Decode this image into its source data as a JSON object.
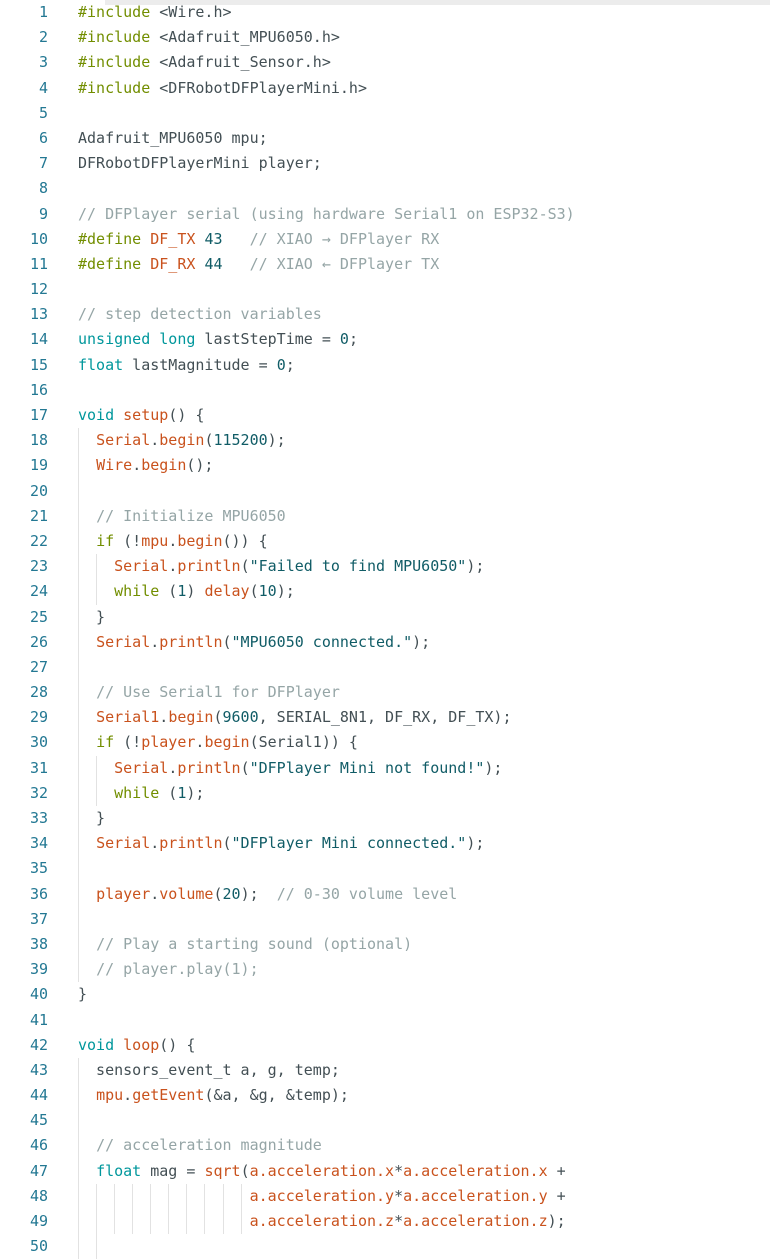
{
  "editor": {
    "language": "arduino-cpp",
    "colors": {
      "background": "#FFFFFF",
      "top_strip": "#ECECEC",
      "line_number": "#237893",
      "plain": "#434F54",
      "keyword": "#728E00",
      "type": "#00979C",
      "function": "#C9521D",
      "literal": "#105C66",
      "comment": "#95A5A6",
      "indent_guide": "#E2E2E2"
    },
    "lines": [
      {
        "n": 1,
        "g": [],
        "s": [
          [
            "keyword",
            "#include"
          ],
          [
            "plain",
            " <Wire.h>"
          ]
        ]
      },
      {
        "n": 2,
        "g": [],
        "s": [
          [
            "keyword",
            "#include"
          ],
          [
            "plain",
            " <Adafruit_MPU6050.h>"
          ]
        ]
      },
      {
        "n": 3,
        "g": [],
        "s": [
          [
            "keyword",
            "#include"
          ],
          [
            "plain",
            " <Adafruit_Sensor.h>"
          ]
        ]
      },
      {
        "n": 4,
        "g": [],
        "s": [
          [
            "keyword",
            "#include"
          ],
          [
            "plain",
            " <DFRobotDFPlayerMini.h>"
          ]
        ]
      },
      {
        "n": 5,
        "g": [],
        "s": []
      },
      {
        "n": 6,
        "g": [],
        "s": [
          [
            "plain",
            "Adafruit_MPU6050 mpu;"
          ]
        ]
      },
      {
        "n": 7,
        "g": [],
        "s": [
          [
            "plain",
            "DFRobotDFPlayerMini player;"
          ]
        ]
      },
      {
        "n": 8,
        "g": [],
        "s": []
      },
      {
        "n": 9,
        "g": [],
        "s": [
          [
            "comment",
            "// DFPlayer serial (using hardware Serial1 on ESP32-S3)"
          ]
        ]
      },
      {
        "n": 10,
        "g": [],
        "s": [
          [
            "keyword",
            "#define"
          ],
          [
            "plain",
            " "
          ],
          [
            "function",
            "DF_TX"
          ],
          [
            "plain",
            " "
          ],
          [
            "literal",
            "43"
          ],
          [
            "comment",
            "   // XIAO → DFPlayer RX"
          ]
        ]
      },
      {
        "n": 11,
        "g": [],
        "s": [
          [
            "keyword",
            "#define"
          ],
          [
            "plain",
            " "
          ],
          [
            "function",
            "DF_RX"
          ],
          [
            "plain",
            " "
          ],
          [
            "literal",
            "44"
          ],
          [
            "comment",
            "   // XIAO ← DFPlayer TX"
          ]
        ]
      },
      {
        "n": 12,
        "g": [],
        "s": []
      },
      {
        "n": 13,
        "g": [],
        "s": [
          [
            "comment",
            "// step detection variables"
          ]
        ]
      },
      {
        "n": 14,
        "g": [],
        "s": [
          [
            "type",
            "unsigned"
          ],
          [
            "plain",
            " "
          ],
          [
            "type",
            "long"
          ],
          [
            "plain",
            " lastStepTime = "
          ],
          [
            "literal",
            "0"
          ],
          [
            "plain",
            ";"
          ]
        ]
      },
      {
        "n": 15,
        "g": [],
        "s": [
          [
            "type",
            "float"
          ],
          [
            "plain",
            " lastMagnitude = "
          ],
          [
            "literal",
            "0"
          ],
          [
            "plain",
            ";"
          ]
        ]
      },
      {
        "n": 16,
        "g": [],
        "s": []
      },
      {
        "n": 17,
        "g": [],
        "s": [
          [
            "type",
            "void"
          ],
          [
            "plain",
            " "
          ],
          [
            "function",
            "setup"
          ],
          [
            "plain",
            "() {"
          ]
        ]
      },
      {
        "n": 18,
        "g": [
          0
        ],
        "s": [
          [
            "plain",
            "  "
          ],
          [
            "function",
            "Serial"
          ],
          [
            "plain",
            "."
          ],
          [
            "function",
            "begin"
          ],
          [
            "plain",
            "("
          ],
          [
            "literal",
            "115200"
          ],
          [
            "plain",
            ");"
          ]
        ]
      },
      {
        "n": 19,
        "g": [
          0
        ],
        "s": [
          [
            "plain",
            "  "
          ],
          [
            "function",
            "Wire"
          ],
          [
            "plain",
            "."
          ],
          [
            "function",
            "begin"
          ],
          [
            "plain",
            "();"
          ]
        ]
      },
      {
        "n": 20,
        "g": [
          0
        ],
        "s": []
      },
      {
        "n": 21,
        "g": [
          0
        ],
        "s": [
          [
            "plain",
            "  "
          ],
          [
            "comment",
            "// Initialize MPU6050"
          ]
        ]
      },
      {
        "n": 22,
        "g": [
          0
        ],
        "s": [
          [
            "plain",
            "  "
          ],
          [
            "keyword",
            "if"
          ],
          [
            "plain",
            " (!"
          ],
          [
            "function",
            "mpu"
          ],
          [
            "plain",
            "."
          ],
          [
            "function",
            "begin"
          ],
          [
            "plain",
            "()) {"
          ]
        ]
      },
      {
        "n": 23,
        "g": [
          0,
          2
        ],
        "s": [
          [
            "plain",
            "    "
          ],
          [
            "function",
            "Serial"
          ],
          [
            "plain",
            "."
          ],
          [
            "function",
            "println"
          ],
          [
            "plain",
            "("
          ],
          [
            "literal",
            "\"Failed to find MPU6050\""
          ],
          [
            "plain",
            ");"
          ]
        ]
      },
      {
        "n": 24,
        "g": [
          0,
          2
        ],
        "s": [
          [
            "plain",
            "    "
          ],
          [
            "keyword",
            "while"
          ],
          [
            "plain",
            " ("
          ],
          [
            "literal",
            "1"
          ],
          [
            "plain",
            ") "
          ],
          [
            "function",
            "delay"
          ],
          [
            "plain",
            "("
          ],
          [
            "literal",
            "10"
          ],
          [
            "plain",
            ");"
          ]
        ]
      },
      {
        "n": 25,
        "g": [
          0
        ],
        "s": [
          [
            "plain",
            "  }"
          ]
        ]
      },
      {
        "n": 26,
        "g": [
          0
        ],
        "s": [
          [
            "plain",
            "  "
          ],
          [
            "function",
            "Serial"
          ],
          [
            "plain",
            "."
          ],
          [
            "function",
            "println"
          ],
          [
            "plain",
            "("
          ],
          [
            "literal",
            "\"MPU6050 connected.\""
          ],
          [
            "plain",
            ");"
          ]
        ]
      },
      {
        "n": 27,
        "g": [
          0
        ],
        "s": []
      },
      {
        "n": 28,
        "g": [
          0
        ],
        "s": [
          [
            "plain",
            "  "
          ],
          [
            "comment",
            "// Use Serial1 for DFPlayer"
          ]
        ]
      },
      {
        "n": 29,
        "g": [
          0
        ],
        "s": [
          [
            "plain",
            "  "
          ],
          [
            "function",
            "Serial1"
          ],
          [
            "plain",
            "."
          ],
          [
            "function",
            "begin"
          ],
          [
            "plain",
            "("
          ],
          [
            "literal",
            "9600"
          ],
          [
            "plain",
            ", SERIAL_8N1, DF_RX, DF_TX);"
          ]
        ]
      },
      {
        "n": 30,
        "g": [
          0
        ],
        "s": [
          [
            "plain",
            "  "
          ],
          [
            "keyword",
            "if"
          ],
          [
            "plain",
            " (!"
          ],
          [
            "function",
            "player"
          ],
          [
            "plain",
            "."
          ],
          [
            "function",
            "begin"
          ],
          [
            "plain",
            "(Serial1)) {"
          ]
        ]
      },
      {
        "n": 31,
        "g": [
          0,
          2
        ],
        "s": [
          [
            "plain",
            "    "
          ],
          [
            "function",
            "Serial"
          ],
          [
            "plain",
            "."
          ],
          [
            "function",
            "println"
          ],
          [
            "plain",
            "("
          ],
          [
            "literal",
            "\"DFPlayer Mini not found!\""
          ],
          [
            "plain",
            ");"
          ]
        ]
      },
      {
        "n": 32,
        "g": [
          0,
          2
        ],
        "s": [
          [
            "plain",
            "    "
          ],
          [
            "keyword",
            "while"
          ],
          [
            "plain",
            " ("
          ],
          [
            "literal",
            "1"
          ],
          [
            "plain",
            ");"
          ]
        ]
      },
      {
        "n": 33,
        "g": [
          0
        ],
        "s": [
          [
            "plain",
            "  }"
          ]
        ]
      },
      {
        "n": 34,
        "g": [
          0
        ],
        "s": [
          [
            "plain",
            "  "
          ],
          [
            "function",
            "Serial"
          ],
          [
            "plain",
            "."
          ],
          [
            "function",
            "println"
          ],
          [
            "plain",
            "("
          ],
          [
            "literal",
            "\"DFPlayer Mini connected.\""
          ],
          [
            "plain",
            ");"
          ]
        ]
      },
      {
        "n": 35,
        "g": [
          0
        ],
        "s": []
      },
      {
        "n": 36,
        "g": [
          0
        ],
        "s": [
          [
            "plain",
            "  "
          ],
          [
            "function",
            "player"
          ],
          [
            "plain",
            "."
          ],
          [
            "function",
            "volume"
          ],
          [
            "plain",
            "("
          ],
          [
            "literal",
            "20"
          ],
          [
            "plain",
            ");  "
          ],
          [
            "comment",
            "// 0-30 volume level"
          ]
        ]
      },
      {
        "n": 37,
        "g": [
          0
        ],
        "s": []
      },
      {
        "n": 38,
        "g": [
          0
        ],
        "s": [
          [
            "plain",
            "  "
          ],
          [
            "comment",
            "// Play a starting sound (optional)"
          ]
        ]
      },
      {
        "n": 39,
        "g": [
          0
        ],
        "s": [
          [
            "plain",
            "  "
          ],
          [
            "comment",
            "// player.play(1);"
          ]
        ]
      },
      {
        "n": 40,
        "g": [],
        "s": [
          [
            "plain",
            "}"
          ]
        ]
      },
      {
        "n": 41,
        "g": [],
        "s": []
      },
      {
        "n": 42,
        "g": [],
        "s": [
          [
            "type",
            "void"
          ],
          [
            "plain",
            " "
          ],
          [
            "function",
            "loop"
          ],
          [
            "plain",
            "() {"
          ]
        ]
      },
      {
        "n": 43,
        "g": [
          0
        ],
        "s": [
          [
            "plain",
            "  sensors_event_t a, g, temp;"
          ]
        ]
      },
      {
        "n": 44,
        "g": [
          0
        ],
        "s": [
          [
            "plain",
            "  "
          ],
          [
            "function",
            "mpu"
          ],
          [
            "plain",
            "."
          ],
          [
            "function",
            "getEvent"
          ],
          [
            "plain",
            "(&a, &g, &temp);"
          ]
        ]
      },
      {
        "n": 45,
        "g": [
          0
        ],
        "s": []
      },
      {
        "n": 46,
        "g": [
          0
        ],
        "s": [
          [
            "plain",
            "  "
          ],
          [
            "comment",
            "// acceleration magnitude"
          ]
        ]
      },
      {
        "n": 47,
        "g": [
          0
        ],
        "s": [
          [
            "plain",
            "  "
          ],
          [
            "type",
            "float"
          ],
          [
            "plain",
            " mag = "
          ],
          [
            "function",
            "sqrt"
          ],
          [
            "plain",
            "("
          ],
          [
            "function",
            "a.acceleration.x"
          ],
          [
            "plain",
            "*"
          ],
          [
            "function",
            "a.acceleration.x"
          ],
          [
            "plain",
            " +"
          ]
        ]
      },
      {
        "n": 48,
        "g": [
          0,
          2,
          4,
          6,
          8,
          10,
          12,
          14,
          16,
          18
        ],
        "s": [
          [
            "plain",
            "                   "
          ],
          [
            "function",
            "a.acceleration.y"
          ],
          [
            "plain",
            "*"
          ],
          [
            "function",
            "a.acceleration.y"
          ],
          [
            "plain",
            " +"
          ]
        ]
      },
      {
        "n": 49,
        "g": [
          0,
          2,
          4,
          6,
          8,
          10,
          12,
          14,
          16,
          18
        ],
        "s": [
          [
            "plain",
            "                   "
          ],
          [
            "function",
            "a.acceleration.z"
          ],
          [
            "plain",
            "*"
          ],
          [
            "function",
            "a.acceleration.z"
          ],
          [
            "plain",
            ");"
          ]
        ]
      },
      {
        "n": 50,
        "g": [
          0,
          2
        ],
        "s": []
      }
    ]
  }
}
